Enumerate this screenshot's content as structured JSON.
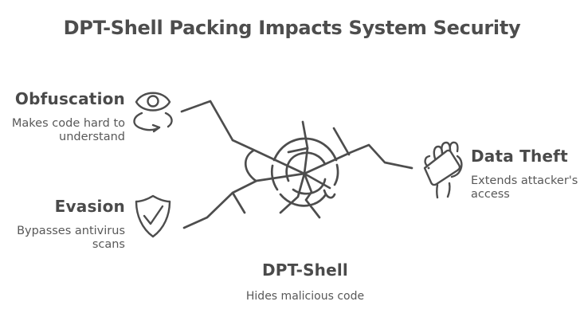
{
  "title": "DPT-Shell Packing Impacts System Security",
  "colors": {
    "ink": "#4d4d4d",
    "background": "#ffffff"
  },
  "nodes": {
    "obfuscation": {
      "label": "Obfuscation",
      "description": "Makes code hard to understand",
      "icon": "eye-cycle-icon"
    },
    "evasion": {
      "label": "Evasion",
      "description": "Bypasses antivirus scans",
      "icon": "shield-check-icon"
    },
    "data_theft": {
      "label": "Data Theft",
      "description": "Extends attacker's access",
      "icon": "fist-card-icon"
    },
    "dpt_shell": {
      "label": "DPT-Shell",
      "description": "Hides malicious code",
      "icon": "shattered-shell-graphic"
    }
  },
  "edges": [
    {
      "from": "obfuscation",
      "to": "dpt_shell"
    },
    {
      "from": "evasion",
      "to": "dpt_shell"
    },
    {
      "from": "dpt_shell",
      "to": "data_theft"
    }
  ]
}
